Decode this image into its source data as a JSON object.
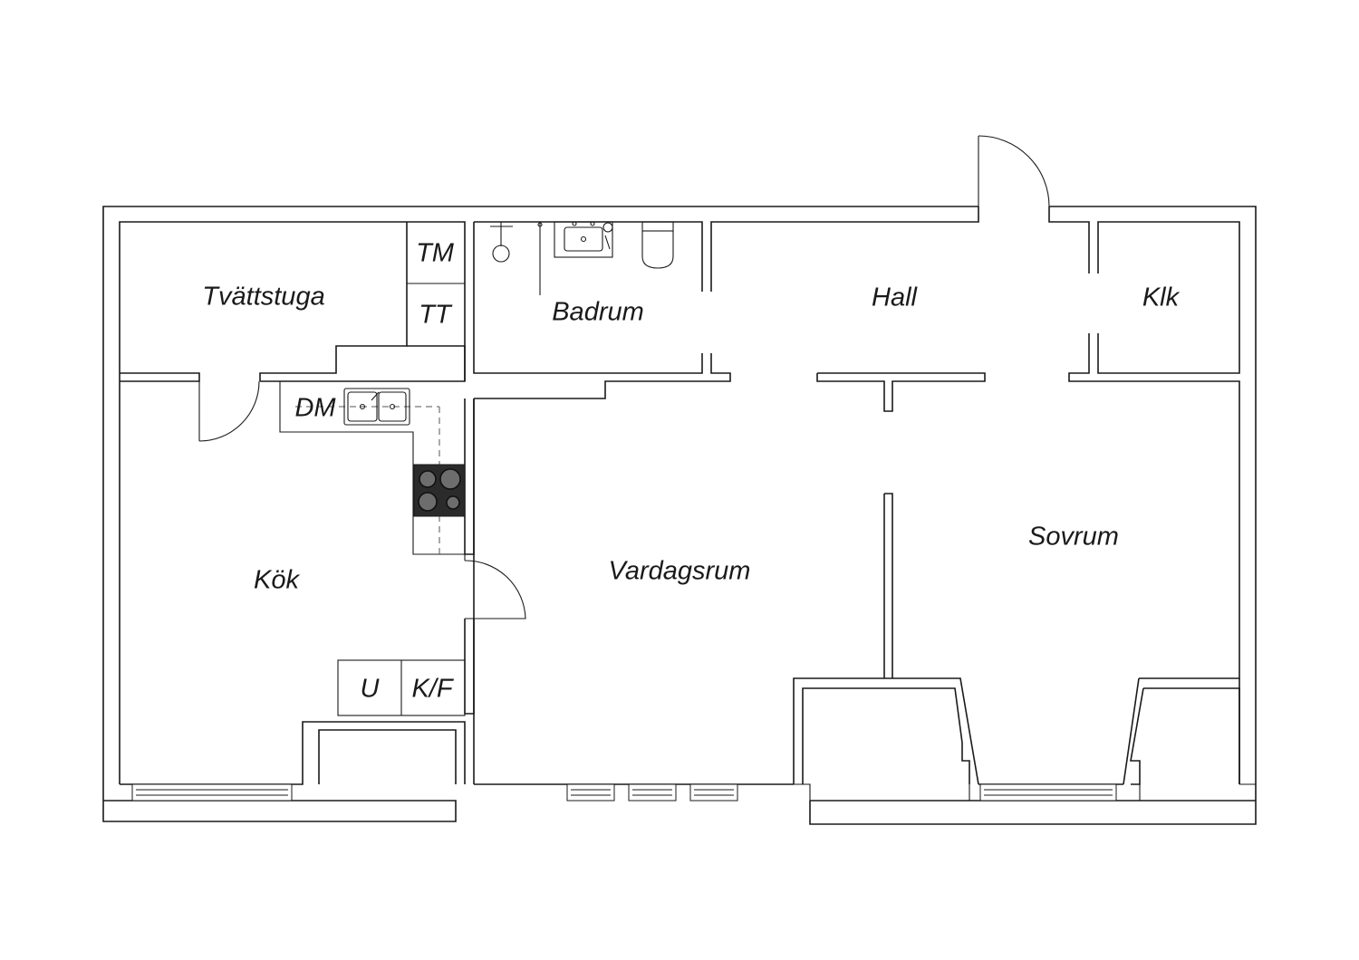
{
  "rooms": {
    "tvattstuga": "Tvättstuga",
    "badrum": "Badrum",
    "hall": "Hall",
    "klk": "Klk",
    "kok": "Kök",
    "vardagsrum": "Vardagsrum",
    "sovrum": "Sovrum"
  },
  "fixtures": {
    "tm": "TM",
    "tt": "TT",
    "dm": "DM",
    "u": "U",
    "kf": "K/F"
  },
  "icons": {
    "sink": "double-sink-icon",
    "hob": "cooktop-icon",
    "toilet": "toilet-icon",
    "washbasin": "washbasin-icon",
    "shower": "shower-icon",
    "door": "door-swing-icon",
    "window": "window-icon"
  },
  "colors": {
    "line": "#1a1a1a",
    "background": "#ffffff",
    "hob": "#2b2b2b"
  }
}
